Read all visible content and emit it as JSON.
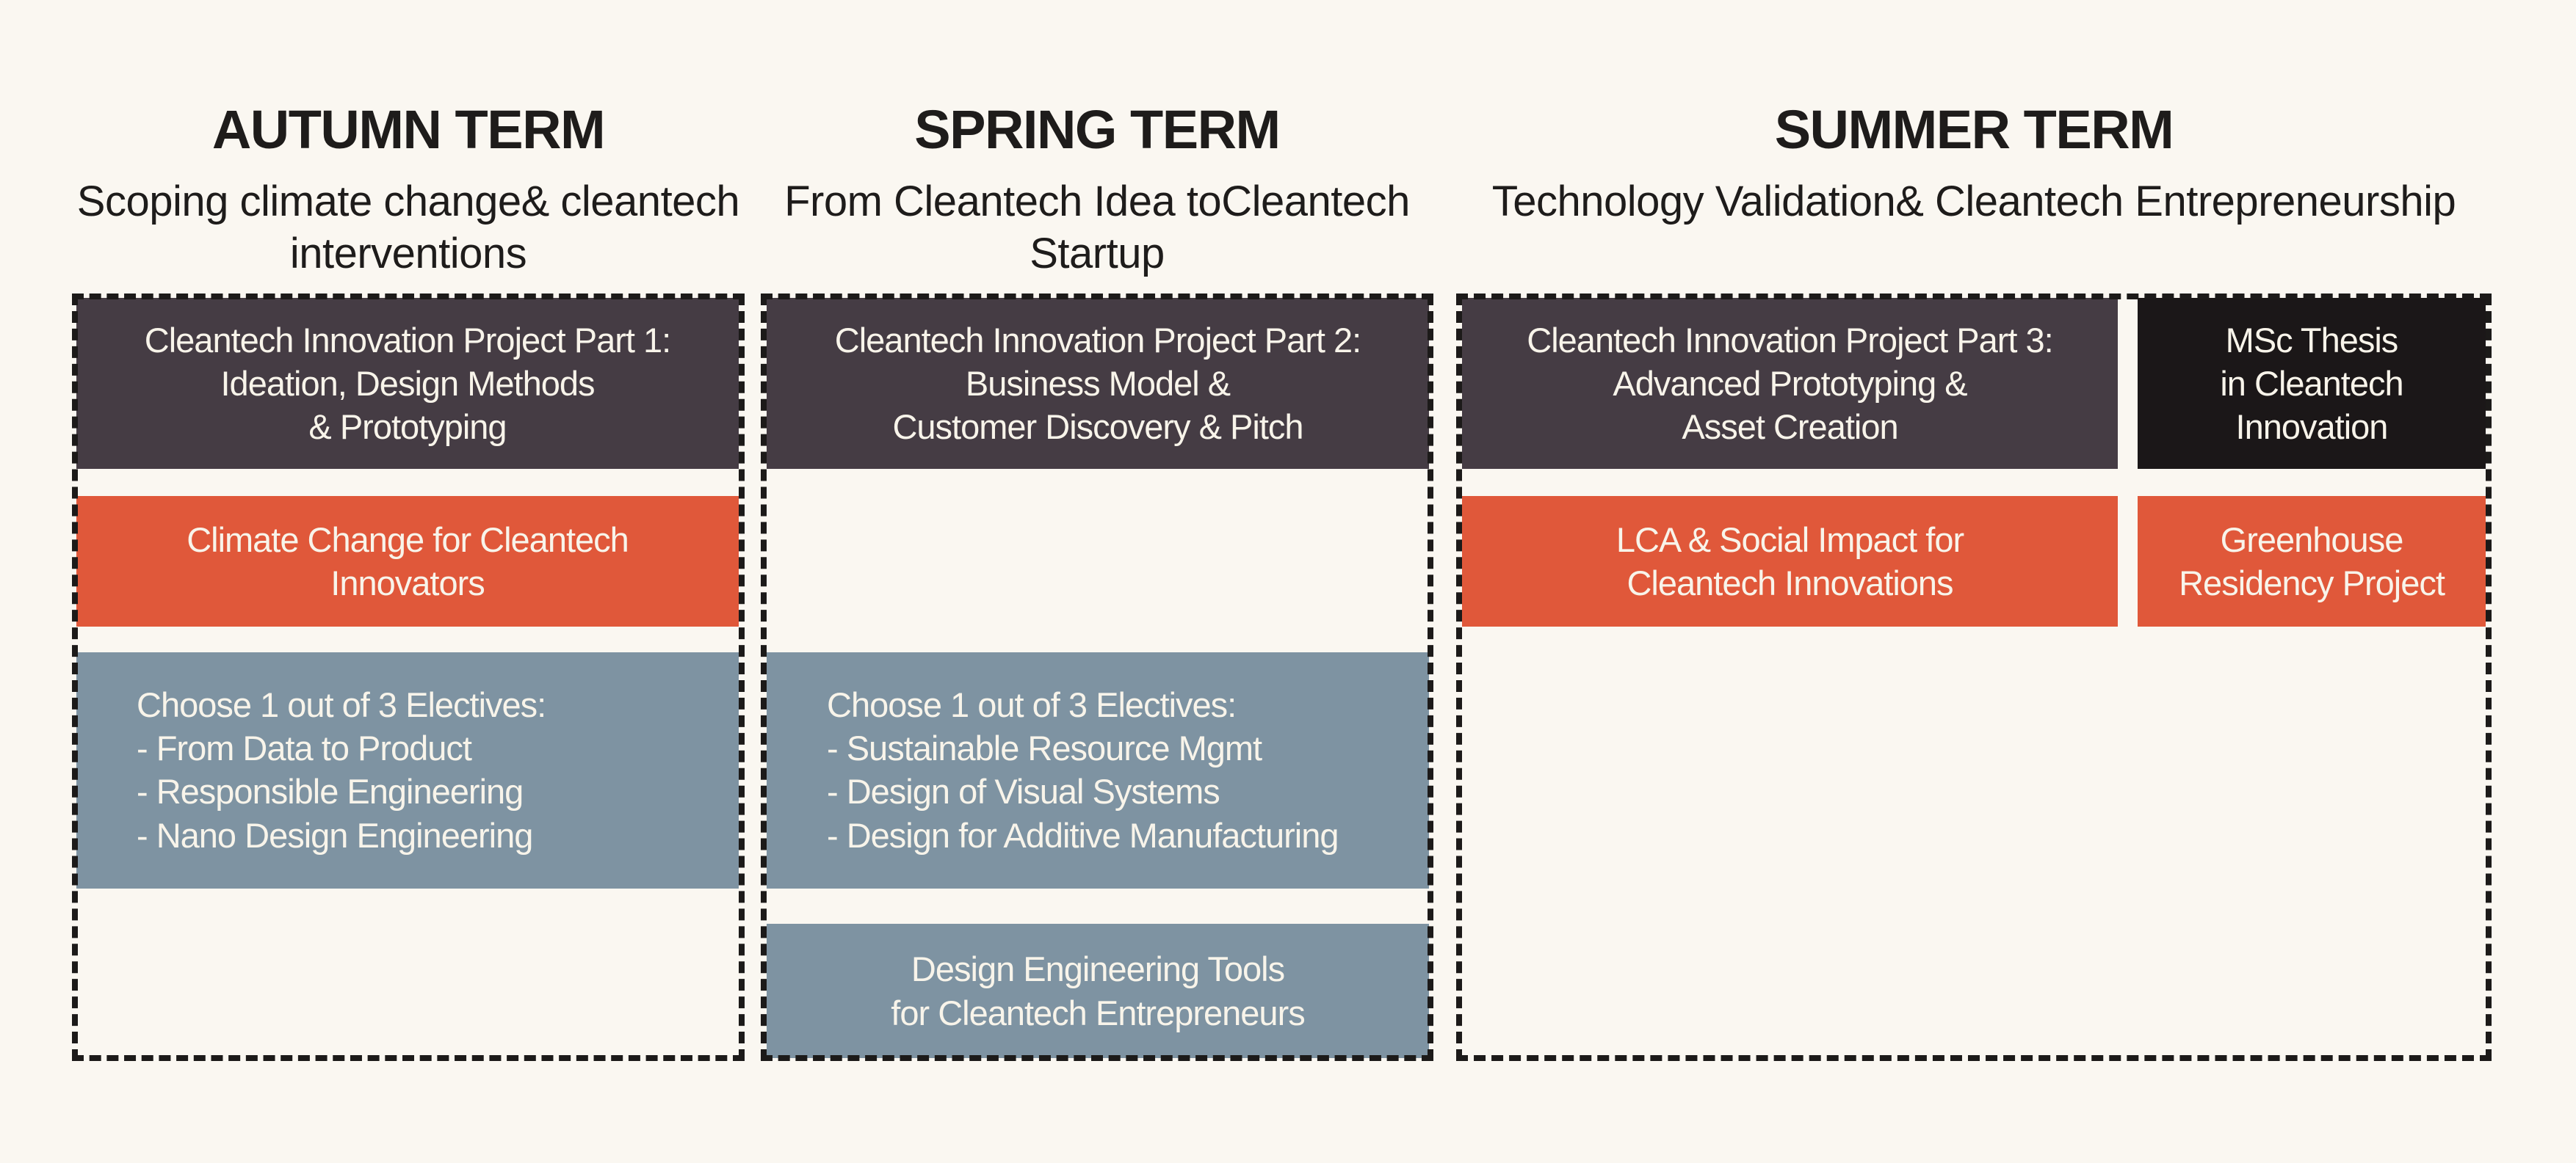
{
  "colors": {
    "background": "#FAF7F1",
    "project_box": "#453C44",
    "thesis_box": "#1B1718",
    "core_box": "#E0583A",
    "elective_box": "#7E93A2",
    "outline": "#1C1A19",
    "box_text": "#F8F4EA",
    "header_text": "#1E1C1B"
  },
  "terms": [
    {
      "id": "autumn",
      "title": "AUTUMN TERM",
      "subtitle_lines": [
        "Scoping climate change",
        "& cleantech interventions"
      ],
      "boxes": [
        {
          "id": "cleantech-innovation-project-part-1",
          "lines": [
            "Cleantech Innovation Project Part 1:",
            "Ideation, Design Methods",
            "& Prototyping"
          ]
        },
        {
          "id": "climate-change-for-cleantech-innovators",
          "lines": [
            "Climate Change for Cleantech",
            "Innovators"
          ]
        },
        {
          "id": "autumn-electives",
          "lines": [
            "Choose 1 out of 3 Electives:",
            "- From Data to Product",
            "- Responsible Engineering",
            "- Nano Design Engineering"
          ]
        }
      ]
    },
    {
      "id": "spring",
      "title": "SPRING TERM",
      "subtitle_lines": [
        "From Cleantech Idea to",
        "Cleantech Startup"
      ],
      "boxes": [
        {
          "id": "cleantech-innovation-project-part-2",
          "lines": [
            "Cleantech Innovation Project Part 2:",
            "Business Model &",
            "Customer Discovery & Pitch"
          ]
        },
        {
          "id": "spring-electives",
          "lines": [
            "Choose 1 out of 3 Electives:",
            "- Sustainable Resource Mgmt",
            "- Design of Visual Systems",
            "- Design for Additive Manufacturing"
          ]
        },
        {
          "id": "design-engineering-tools",
          "lines": [
            "Design Engineering Tools",
            "for Cleantech Entrepreneurs"
          ]
        }
      ]
    },
    {
      "id": "summer",
      "title": "SUMMER TERM",
      "subtitle_lines": [
        "Technology Validation",
        "& Cleantech Entrepreneurship"
      ],
      "boxes": [
        {
          "id": "cleantech-innovation-project-part-3",
          "lines": [
            "Cleantech Innovation Project Part 3:",
            "Advanced Prototyping &",
            "Asset Creation"
          ]
        },
        {
          "id": "msc-thesis",
          "lines": [
            "MSc Thesis",
            "in Cleantech",
            "Innovation"
          ]
        },
        {
          "id": "lca-social-impact",
          "lines": [
            "LCA & Social Impact for",
            "Cleantech Innovations"
          ]
        },
        {
          "id": "greenhouse-residency-project",
          "lines": [
            "Greenhouse",
            "Residency Project"
          ]
        }
      ]
    }
  ]
}
